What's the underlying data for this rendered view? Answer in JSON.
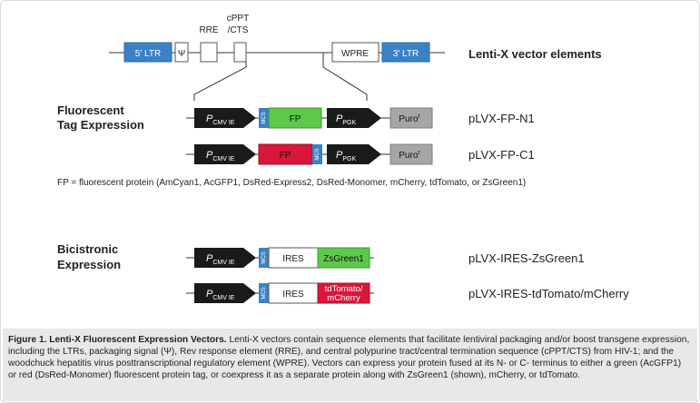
{
  "header_elements": {
    "ltr5": "5' LTR",
    "psi": "Ψ",
    "rre": "RRE",
    "cppt_line1": "cPPT",
    "cppt_line2": "/CTS",
    "wpre": "WPRE",
    "ltr3": "3' LTR",
    "title": "Lenti-X vector elements"
  },
  "sections": {
    "fluorescent_line1": "Fluorescent",
    "fluorescent_line2": "Tag Expression",
    "bicistronic_line1": "Bicistronic",
    "bicistronic_line2": "Expression"
  },
  "labels": {
    "p": "P",
    "cmv_sub": "CMV IE",
    "pgk_sub": "PGK",
    "mcs": "MCS",
    "fp": "FP",
    "puro": "Puro",
    "puro_sup": "r",
    "ires": "IRES",
    "zsgreen": "ZsGreen1",
    "tdtomato_line1": "tdTomato/",
    "tdtomato_line2": "mCherry"
  },
  "vectors": [
    {
      "name": "pLVX-FP-N1"
    },
    {
      "name": "pLVX-FP-C1"
    },
    {
      "name": "pLVX-IRES-ZsGreen1"
    },
    {
      "name": "pLVX-IRES-tdTomato/mCherry"
    }
  ],
  "footnote": "FP = fluorescent protein (AmCyan1, AcGFP1, DsRed-Express2, DsRed-Monomer, mCherry, tdTomato, or ZsGreen1)",
  "caption": {
    "bold": "Figure 1. Lenti-X Fluorescent Expression Vectors.",
    "text": " Lenti-X vectors contain sequence elements that facilitate lentiviral packaging and/or boost transgene expression, including the LTRs, packaging signal (Ψ), Rev response element (RRE), and central polypurine tract/central termination sequence (cPPT/CTS) from HIV-1; and the woodchuck hepatitis virus posttranscriptional regulatory element (WPRE). Vectors can express your protein fused at its N- or C- terminus to either a green (AcGFP1) or red (DsRed-Monomer) fluorescent protein tag, or coexpress it as a separate protein along with  ZsGreen1 (shown), mCherry, or tdTomato."
  },
  "colors": {
    "ltr_blue": "#3a82c5",
    "mcs_blue": "#3a82c5",
    "fp_green": "#5ec84a",
    "fp_red": "#d8173a",
    "puro_gray": "#a6a6a6",
    "arrow_black": "#1a1a1a",
    "caption_bg": "#e8e8e8"
  }
}
